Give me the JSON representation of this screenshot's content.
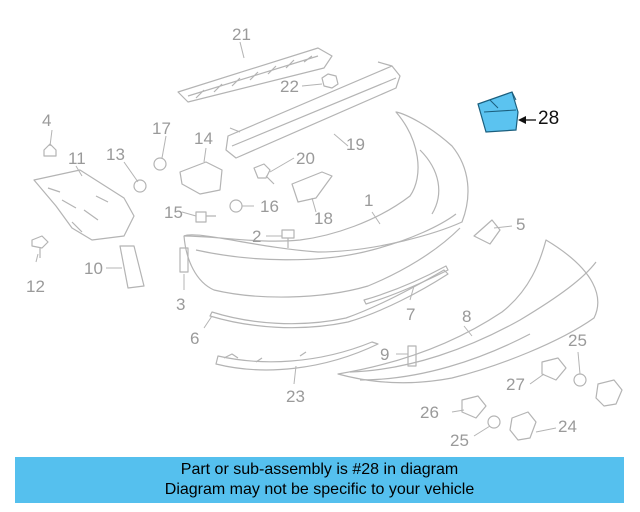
{
  "callouts": [
    "1",
    "2",
    "3",
    "4",
    "5",
    "6",
    "7",
    "8",
    "9",
    "10",
    "11",
    "12",
    "13",
    "14",
    "15",
    "16",
    "17",
    "18",
    "19",
    "20",
    "21",
    "22",
    "23",
    "24",
    "25",
    "25",
    "26",
    "27",
    "28"
  ],
  "highlight": {
    "part": "28",
    "color": "#5bc3f0"
  },
  "banner": {
    "line1": "Part or sub-assembly is #28 in diagram",
    "line2": "Diagram may not be specific to your vehicle",
    "color": "#55c0ee"
  }
}
